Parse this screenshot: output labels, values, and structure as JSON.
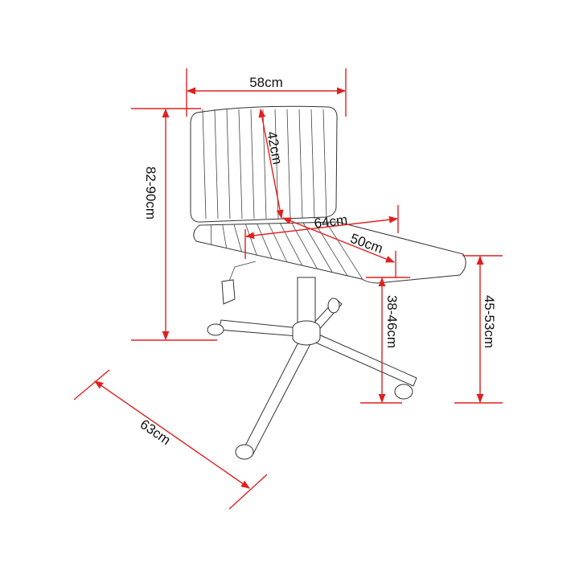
{
  "title": "Office chair dimensions",
  "colors": {
    "dimension_line": "#e02020",
    "outline": "#333333"
  },
  "dimensions": {
    "width": "58cm",
    "backrest_height": "42cm",
    "total_height": "82-90cm",
    "seat_width": "64cm",
    "seat_depth": "50cm",
    "seat_height": "38-46cm",
    "seat_front_height": "45-53cm",
    "base_diameter": "63cm"
  }
}
